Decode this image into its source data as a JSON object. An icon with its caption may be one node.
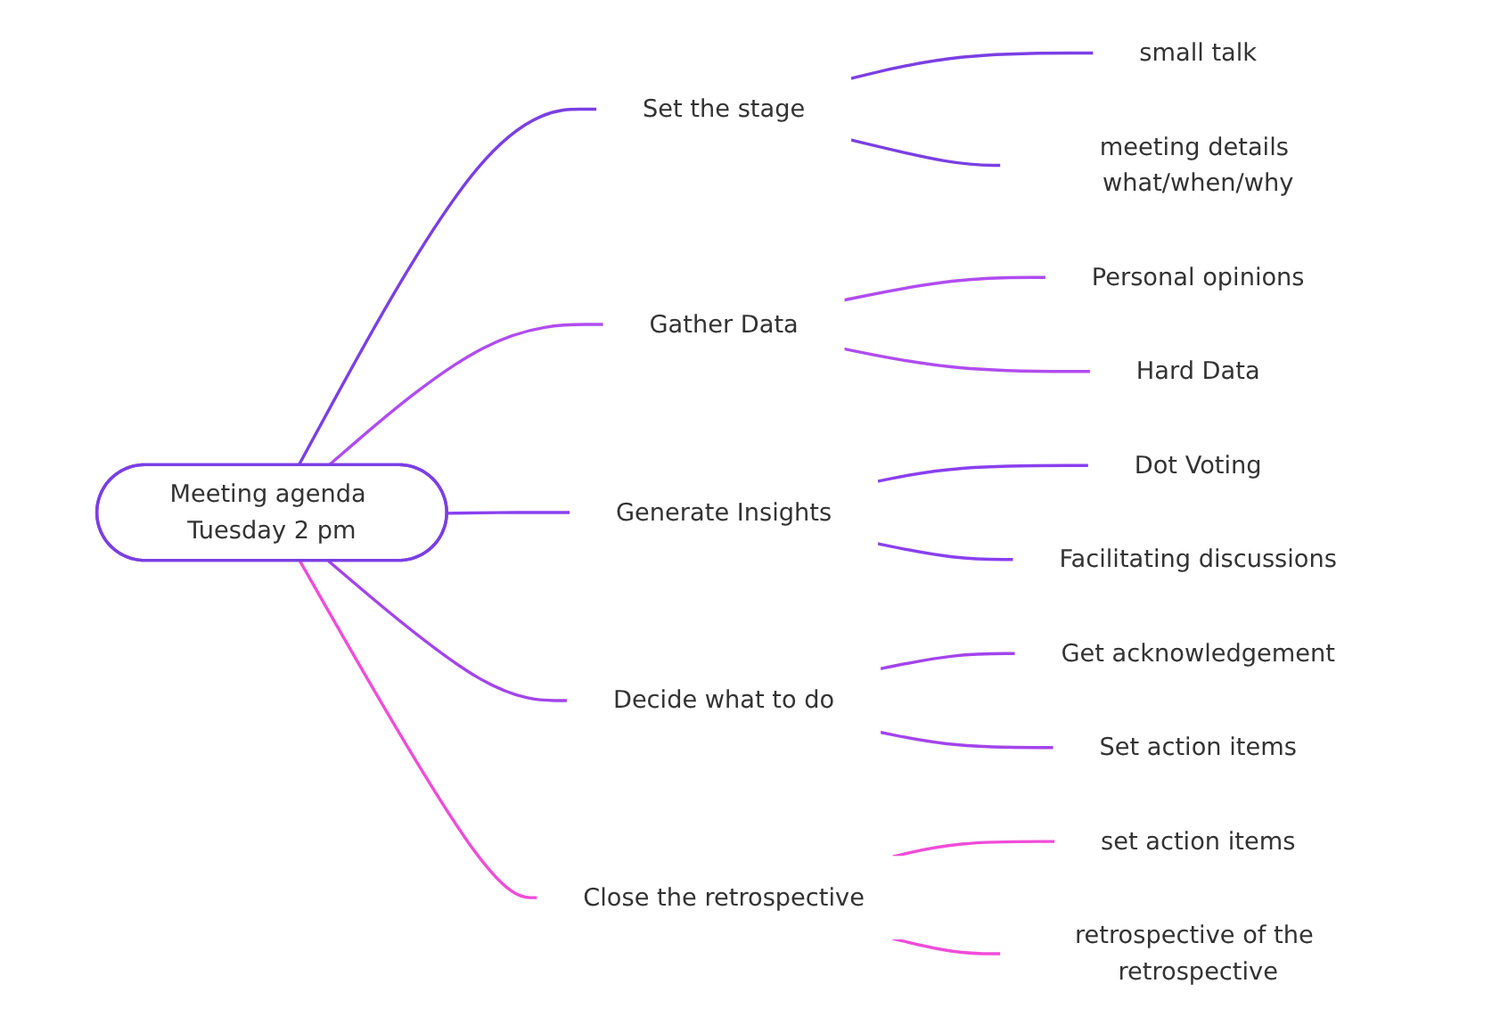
{
  "diagram": {
    "nodes": [
      {
        "text": [
          "Meeting agenda Tuesday 2 pm"
        ]
      },
      {
        "text": [
          "Set the stage"
        ]
      },
      {
        "text": [
          "small talk"
        ]
      },
      {
        "text": [
          "meeting details what/when/why"
        ]
      },
      {
        "text": [
          "Gather Data"
        ]
      },
      {
        "text": [
          "Personal opinions"
        ]
      },
      {
        "text": [
          "Hard Data"
        ]
      },
      {
        "text": [
          "Generate Insights"
        ]
      },
      {
        "text": [
          "Dot Voting"
        ]
      },
      {
        "text": [
          "Facilitating discussions"
        ]
      },
      {
        "text": [
          "Decide what to do"
        ]
      },
      {
        "text": [
          "Get acknowledgement"
        ]
      },
      {
        "text": [
          "Set action items"
        ]
      },
      {
        "text": [
          "Close the retrospective"
        ]
      },
      {
        "text": [
          "set action items"
        ]
      },
      {
        "text": [
          "retrospective of the retrospective"
        ]
      }
    ],
    "edges": [
      {
        "from": 0,
        "to": 1,
        "arrow": "none",
        "color": "#7b3fe4"
      },
      {
        "from": 1,
        "to": 2,
        "arrow": "none",
        "color": "#7b3fe4"
      },
      {
        "from": 1,
        "to": 3,
        "arrow": "none",
        "color": "#7b3fe4"
      },
      {
        "from": 0,
        "to": 4,
        "arrow": "none",
        "color": "#b04cf0"
      },
      {
        "from": 4,
        "to": 5,
        "arrow": "none",
        "color": "#b04cf0"
      },
      {
        "from": 4,
        "to": 6,
        "arrow": "none",
        "color": "#b04cf0"
      },
      {
        "from": 0,
        "to": 7,
        "arrow": "none",
        "color": "#8a3ff0"
      },
      {
        "from": 7,
        "to": 8,
        "arrow": "none",
        "color": "#8a3ff0"
      },
      {
        "from": 7,
        "to": 9,
        "arrow": "none",
        "color": "#8a3ff0"
      },
      {
        "from": 0,
        "to": 10,
        "arrow": "none",
        "color": "#a344ec"
      },
      {
        "from": 10,
        "to": 11,
        "arrow": "none",
        "color": "#a344ec"
      },
      {
        "from": 10,
        "to": 12,
        "arrow": "none",
        "color": "#a344ec"
      },
      {
        "from": 0,
        "to": 13,
        "arrow": "none",
        "color": "#f04cd8"
      },
      {
        "from": 13,
        "to": 14,
        "arrow": "none",
        "color": "#f04cd8"
      },
      {
        "from": 13,
        "to": 15,
        "arrow": "none",
        "color": "#f04cd8"
      }
    ]
  }
}
